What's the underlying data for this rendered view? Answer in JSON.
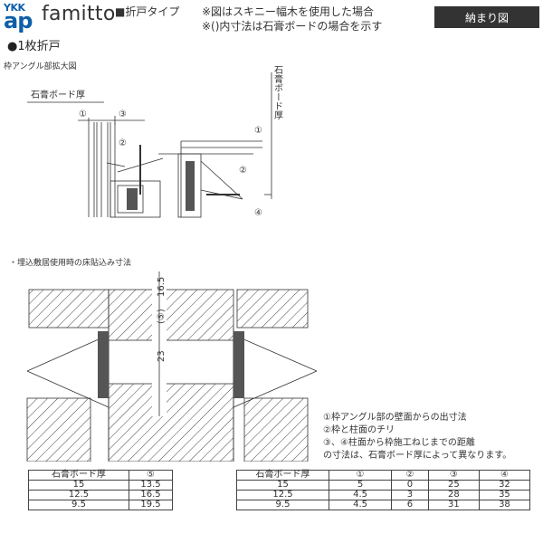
{
  "header": {
    "logo_top": "YKK",
    "logo_main": "ap",
    "brand": "famitto",
    "type_label": "■折戸タイプ",
    "note1": "※図はスキニー幅木を使用した場合",
    "note2": "※()内寸法は石膏ボードの場合を示す",
    "badge": "納まり図"
  },
  "section_title": "●1枚折戸",
  "detail": {
    "title": "枠アングル部拡大図",
    "board_label": "石膏ボード厚",
    "board_label_vertical": "石膏ボード厚",
    "markers": [
      "①",
      "②",
      "③",
      "④"
    ]
  },
  "floor": {
    "caption": "・埋込敷居使用時の床貼込み寸法",
    "dim_top": "16.5",
    "dim_marker": "(⑤)",
    "dim_bottom": "23"
  },
  "legend": [
    "①枠アングル部の壁面からの出寸法",
    "②枠と柱面のチリ",
    "③、④柱面から枠施工ねじまでの距離",
    "の寸法は、石膏ボード厚によって異なります。"
  ],
  "table1": {
    "headers": [
      "石膏ボード厚",
      "⑤"
    ],
    "rows": [
      [
        "15",
        "13.5"
      ],
      [
        "12.5",
        "16.5"
      ],
      [
        "9.5",
        "19.5"
      ]
    ]
  },
  "table2": {
    "headers": [
      "石膏ボード厚",
      "①",
      "②",
      "③",
      "④"
    ],
    "rows": [
      [
        "15",
        "5",
        "0",
        "25",
        "32"
      ],
      [
        "12.5",
        "4.5",
        "3",
        "28",
        "35"
      ],
      [
        "9.5",
        "4.5",
        "6",
        "31",
        "38"
      ]
    ]
  }
}
